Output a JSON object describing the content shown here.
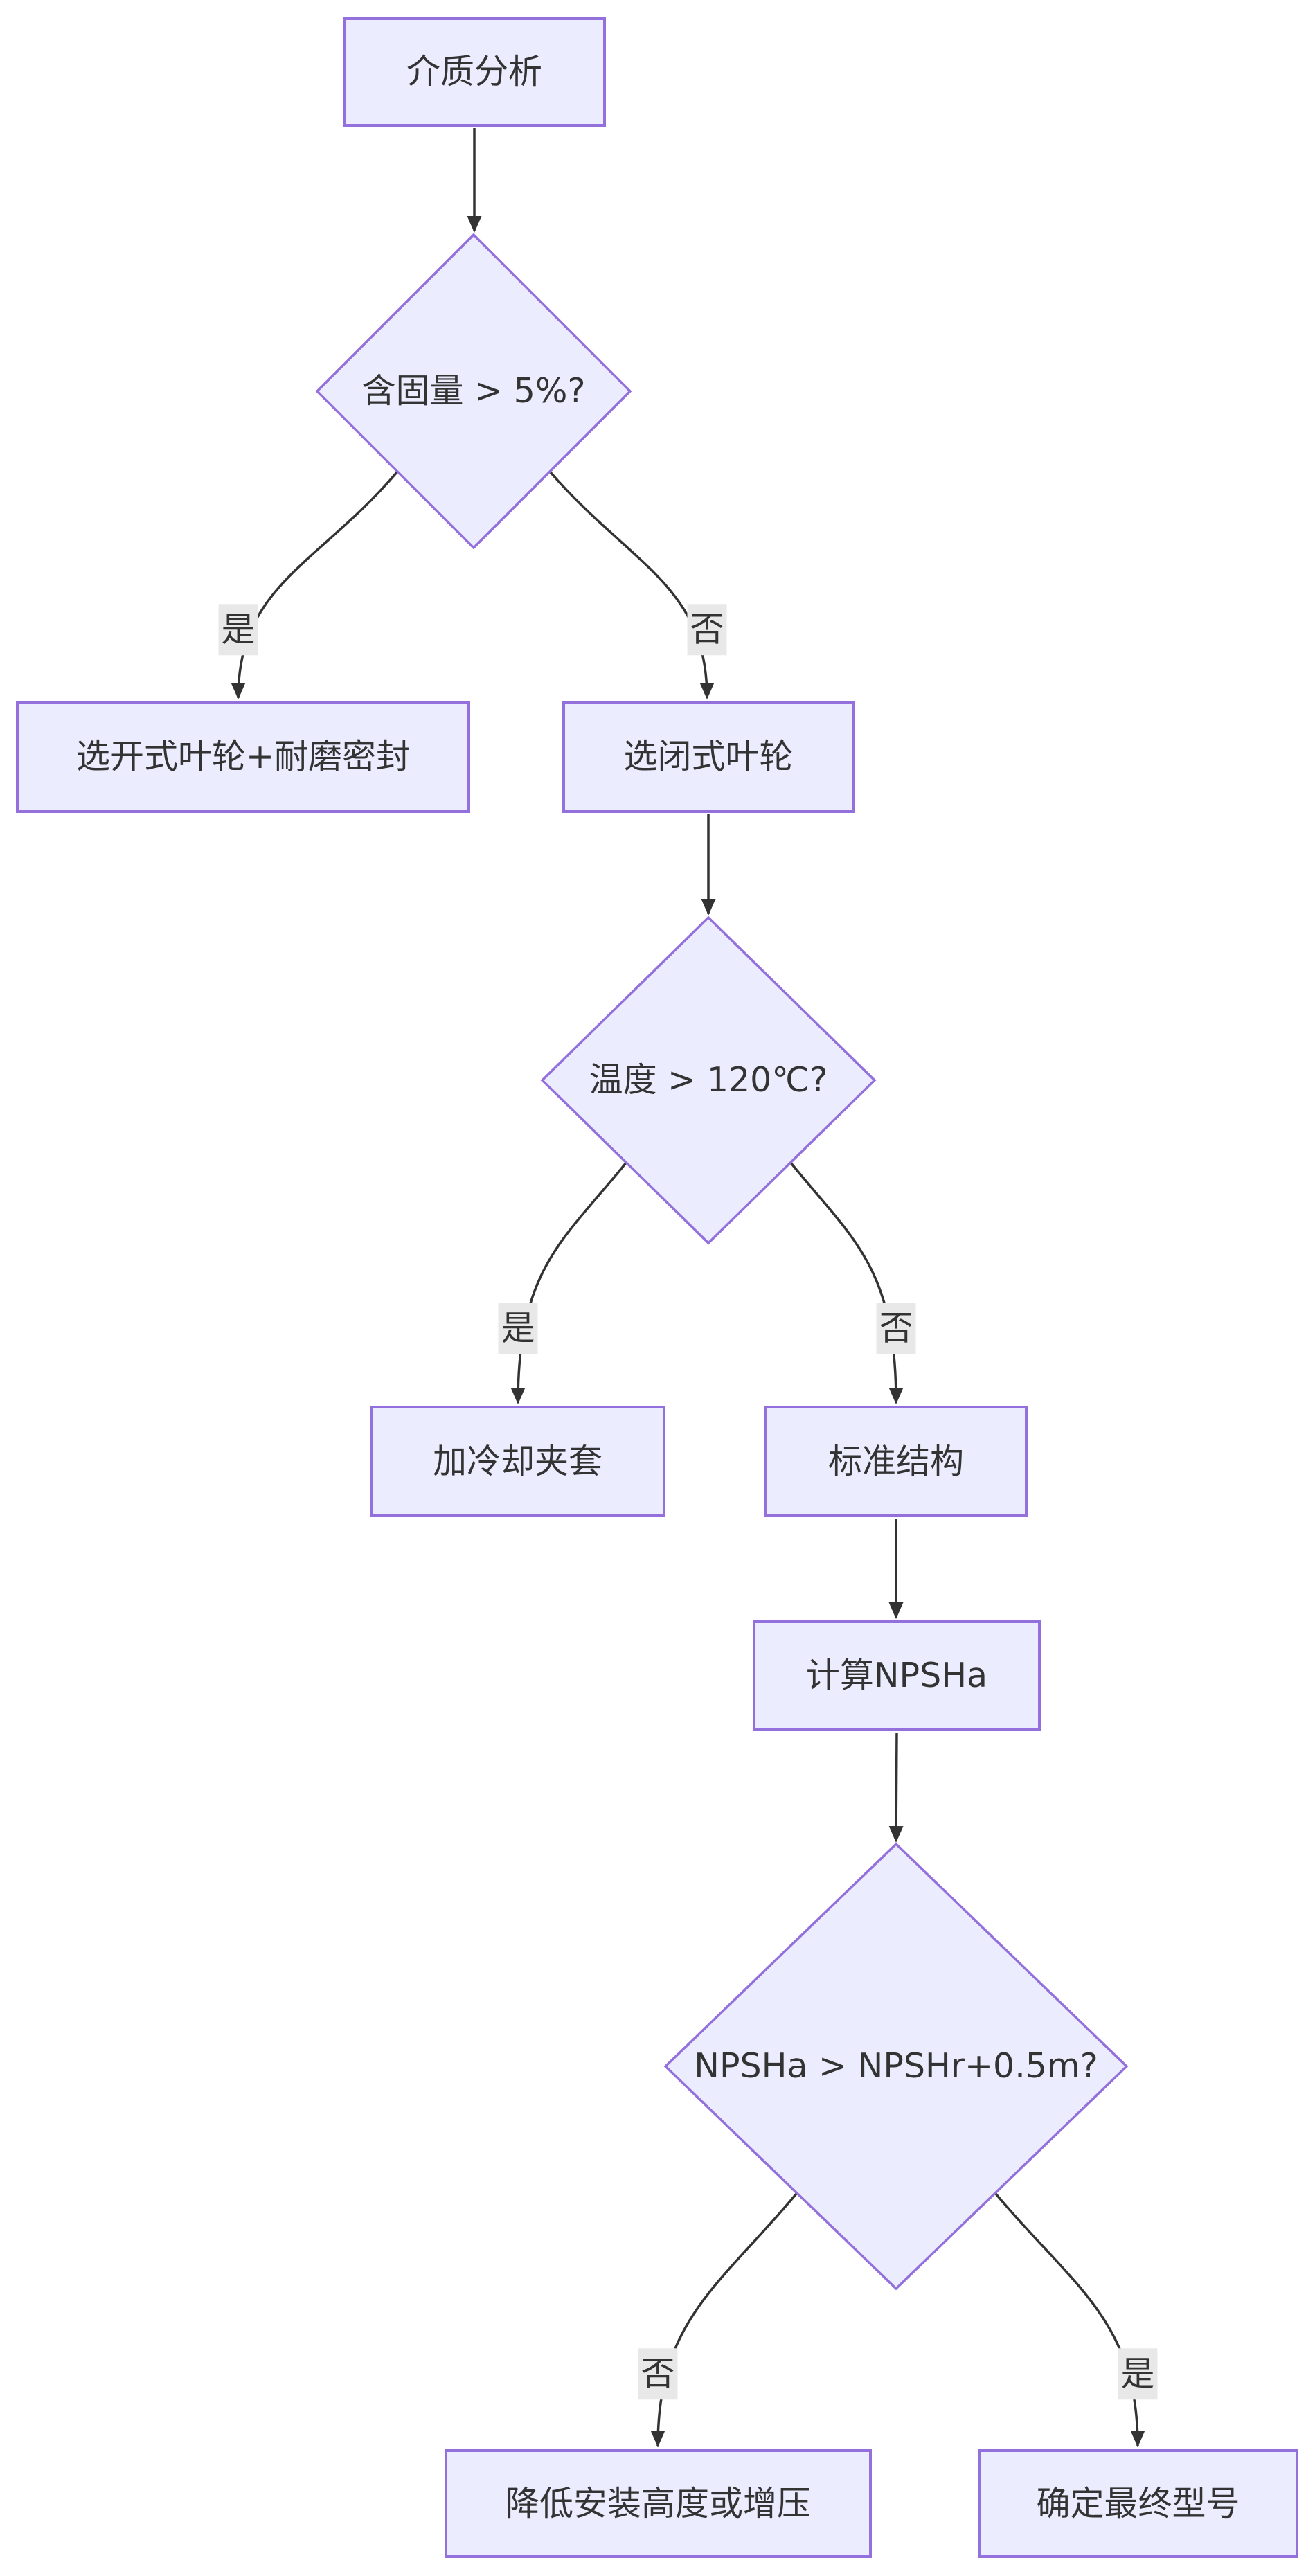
{
  "theme": {
    "background": "#ffffff",
    "node_fill": "#ECECFF",
    "node_border": "#9370DB",
    "edge_color": "#333333",
    "edge_label_bg": "#e8e8e8",
    "text_color": "#333333"
  },
  "nodes": {
    "start": {
      "label": "介质分析",
      "type": "process"
    },
    "solids_decision": {
      "label": "含固量 > 5%?",
      "type": "decision"
    },
    "open_impeller": {
      "label": "选开式叶轮+耐磨密封",
      "type": "process"
    },
    "closed_impeller": {
      "label": "选闭式叶轮",
      "type": "process"
    },
    "temp_decision": {
      "label": "温度 > 120℃?",
      "type": "decision"
    },
    "cooling_jacket": {
      "label": "加冷却夹套",
      "type": "process"
    },
    "standard_structure": {
      "label": "标准结构",
      "type": "process"
    },
    "calc_npsha": {
      "label": "计算NPSHa",
      "type": "process"
    },
    "npsh_decision": {
      "label": "NPSHa > NPSHr+0.5m?",
      "type": "decision"
    },
    "lower_height": {
      "label": "降低安装高度或增压",
      "type": "process"
    },
    "final_model": {
      "label": "确定最终型号",
      "type": "process"
    }
  },
  "edges": [
    {
      "from": "介质分析",
      "to": "含固量 > 5%?",
      "label": ""
    },
    {
      "from": "含固量 > 5%?",
      "to": "选开式叶轮+耐磨密封",
      "label": "是"
    },
    {
      "from": "含固量 > 5%?",
      "to": "选闭式叶轮",
      "label": "否"
    },
    {
      "from": "选闭式叶轮",
      "to": "温度 > 120℃?",
      "label": ""
    },
    {
      "from": "温度 > 120℃?",
      "to": "加冷却夹套",
      "label": "是"
    },
    {
      "from": "温度 > 120℃?",
      "to": "标准结构",
      "label": "否"
    },
    {
      "from": "标准结构",
      "to": "计算NPSHa",
      "label": ""
    },
    {
      "from": "计算NPSHa",
      "to": "NPSHa > NPSHr+0.5m?",
      "label": ""
    },
    {
      "from": "NPSHa > NPSHr+0.5m?",
      "to": "降低安装高度或增压",
      "label": "否"
    },
    {
      "from": "NPSHa > NPSHr+0.5m?",
      "to": "确定最终型号",
      "label": "是"
    }
  ]
}
